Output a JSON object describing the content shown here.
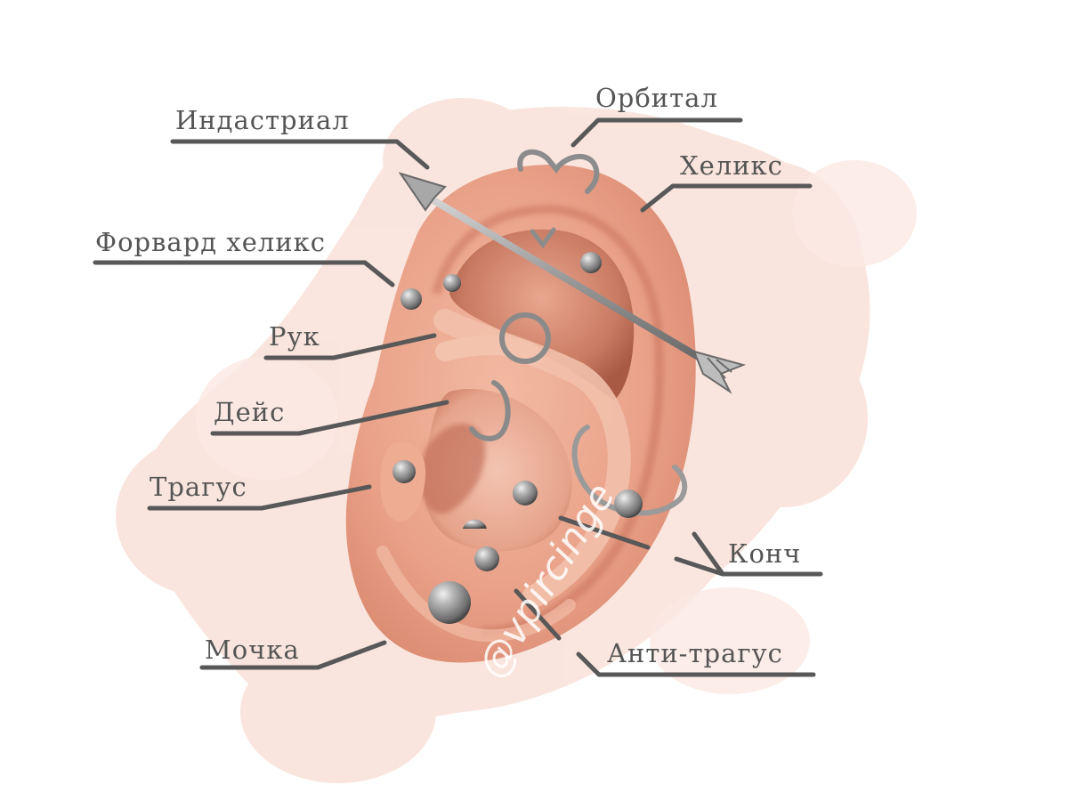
{
  "diagram": {
    "subject": "Ear piercing types",
    "colors": {
      "label_text": "#555555",
      "leader_line": "#585858",
      "skin_light": "#f4c2ad",
      "skin_mid": "#eaa58c",
      "skin_shadow": "#c8745e",
      "wash": "#f8ddd3",
      "metal": "#9a9a9a",
      "watermark": "#ffffff"
    },
    "labels": [
      {
        "id": "industrial",
        "text": "Индастриал"
      },
      {
        "id": "orbital",
        "text": "Орбитал"
      },
      {
        "id": "helix",
        "text": "Хеликс"
      },
      {
        "id": "forward-helix",
        "text": "Форвард хеликс"
      },
      {
        "id": "rook",
        "text": "Рук"
      },
      {
        "id": "daith",
        "text": "Дейс"
      },
      {
        "id": "tragus",
        "text": "Трагус"
      },
      {
        "id": "conch",
        "text": "Конч"
      },
      {
        "id": "lobe",
        "text": "Мочка"
      },
      {
        "id": "anti-tragus",
        "text": "Анти-трагус"
      }
    ],
    "watermark": "@vpircinge"
  }
}
